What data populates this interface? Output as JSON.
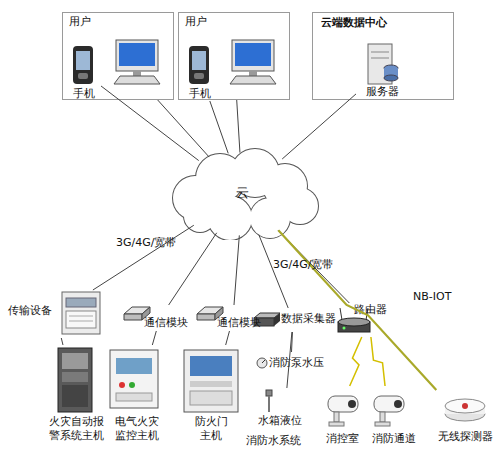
{
  "diagram": {
    "nodes": [
      {
        "text": [
          "用户"
        ]
      },
      {
        "text": [
          "手机"
        ],
        "in": 0
      },
      {
        "text": [
          "用户"
        ]
      },
      {
        "text": [
          "手机"
        ],
        "in": 2
      },
      {
        "text": [
          "云端数据中心"
        ]
      },
      {
        "text": [
          "服务器"
        ],
        "in": 4
      },
      {
        "text": [
          "云"
        ]
      },
      {
        "text": [
          "传输设备"
        ]
      },
      {
        "text": [
          "火灾自动报警系统主机"
        ]
      },
      {
        "text": [
          "通信模块"
        ]
      },
      {
        "text": [
          "电气火灾监控主机"
        ]
      },
      {
        "text": [
          "通信模块"
        ]
      },
      {
        "text": [
          "防火门主机"
        ]
      },
      {
        "text": [
          "数据采集器"
        ]
      },
      {
        "text": [
          "消防泵水压"
        ]
      },
      {
        "text": [
          "水箱液位"
        ]
      },
      {
        "text": [
          "路由器"
        ]
      },
      {
        "text": [
          "消控室"
        ]
      },
      {
        "text": [
          "消防通道"
        ]
      },
      {
        "text": [
          "无线探测器"
        ]
      }
    ],
    "edges": [
      {
        "from": 6,
        "to": 1,
        "arrow": "none"
      },
      {
        "from": 6,
        "to": 0,
        "arrow": "none"
      },
      {
        "from": 6,
        "to": 3,
        "arrow": "none"
      },
      {
        "from": 6,
        "to": 2,
        "arrow": "none"
      },
      {
        "from": 6,
        "to": 5,
        "arrow": "none"
      },
      {
        "from": 6,
        "to": 7,
        "label": "3G/4G/宽带",
        "arrow": "none"
      },
      {
        "from": 7,
        "to": 8,
        "arrow": "none"
      },
      {
        "from": 6,
        "to": 9,
        "arrow": "none"
      },
      {
        "from": 9,
        "to": 10,
        "arrow": "none"
      },
      {
        "from": 6,
        "to": 11,
        "arrow": "none"
      },
      {
        "from": 11,
        "to": 12,
        "arrow": "none"
      },
      {
        "from": 6,
        "to": 13,
        "label": "3G/4G/宽带",
        "arrow": "none"
      },
      {
        "from": 13,
        "to": 14,
        "arrow": "none"
      },
      {
        "from": 13,
        "to": 15,
        "arrow": "none"
      },
      {
        "from": 6,
        "to": 16,
        "arrow": "none"
      },
      {
        "from": 16,
        "to": 17,
        "arrow": "none"
      },
      {
        "from": 16,
        "to": 18,
        "arrow": "none"
      },
      {
        "from": 6,
        "to": 19,
        "label": "NB-IOT",
        "arrow": "none"
      }
    ],
    "labels": [
      "消防水系统"
    ]
  }
}
